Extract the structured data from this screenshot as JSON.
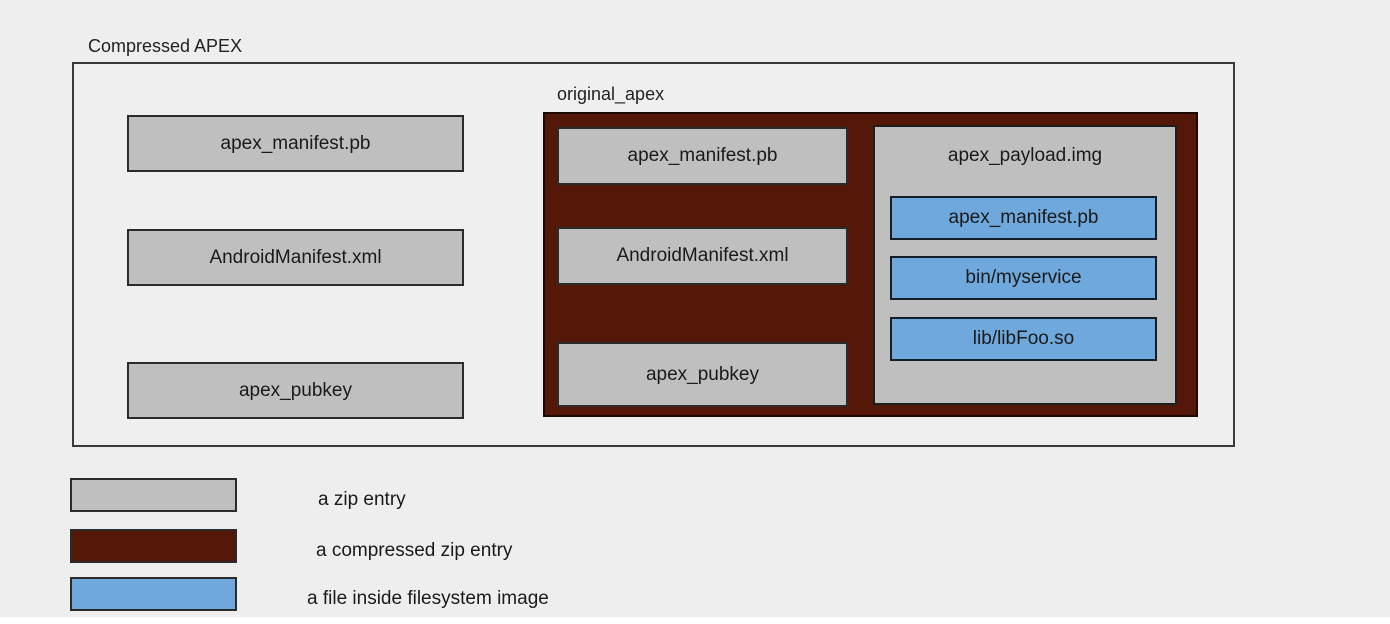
{
  "title": "Compressed APEX",
  "colors": {
    "background": "#eeeeee",
    "zip_entry_fill": "#bfbfbf",
    "compressed_zip_entry_fill": "#531807",
    "filesystem_file_fill": "#6fa8dc"
  },
  "compressed_apex": {
    "label": "Compressed APEX",
    "entries": [
      "apex_manifest.pb",
      "AndroidManifest.xml",
      "apex_pubkey"
    ]
  },
  "original_apex": {
    "label": "original_apex",
    "entries": [
      "apex_manifest.pb",
      "AndroidManifest.xml",
      "apex_pubkey"
    ],
    "payload": {
      "label": "apex_payload.img",
      "files": [
        "apex_manifest.pb",
        "bin/myservice",
        "lib/libFoo.so"
      ]
    }
  },
  "legend": {
    "items": [
      {
        "label": "a zip entry"
      },
      {
        "label": "a compressed zip entry"
      },
      {
        "label": "a file inside filesystem image"
      }
    ]
  }
}
